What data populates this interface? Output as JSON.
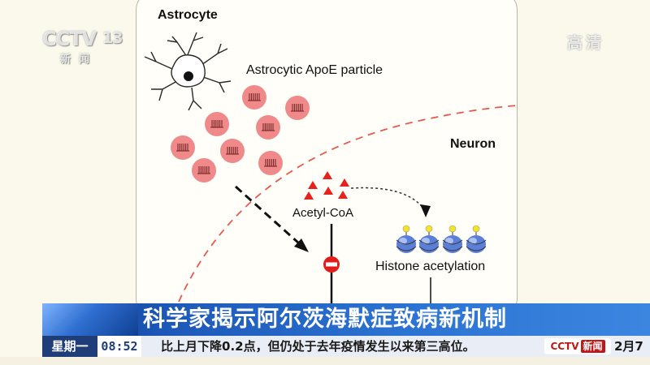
{
  "figure": {
    "astrocyte_label": "Astrocyte",
    "apoe_label": "Astrocytic ApoE particle",
    "neuron_label": "Neuron",
    "acetyl_label": "Acetyl-CoA",
    "histone_label": "Histone acetylation"
  },
  "overlay": {
    "logo_text": "CCTV",
    "logo_channel": "13",
    "logo_subtext": "新闻",
    "hd_badge": "高清"
  },
  "lower_third": {
    "headline": "科学家揭示阿尔茨海默症致病新机制",
    "day": "星期一",
    "time": "08:52",
    "ticker": "比上月下降0.2点，但仍处于去年疫情发生以来第三高位。",
    "ticker_logo_text": "CCTV",
    "ticker_logo_tag": "新闻",
    "ticker_tail": "2月7"
  },
  "colors": {
    "particle": "#f08a8a",
    "triangle": "#e8211d",
    "boundary": "#e55a4e",
    "nucleosome": "#5b7fd6",
    "acetyl_mark": "#f5e425",
    "title_bar": "#1d58b8"
  }
}
